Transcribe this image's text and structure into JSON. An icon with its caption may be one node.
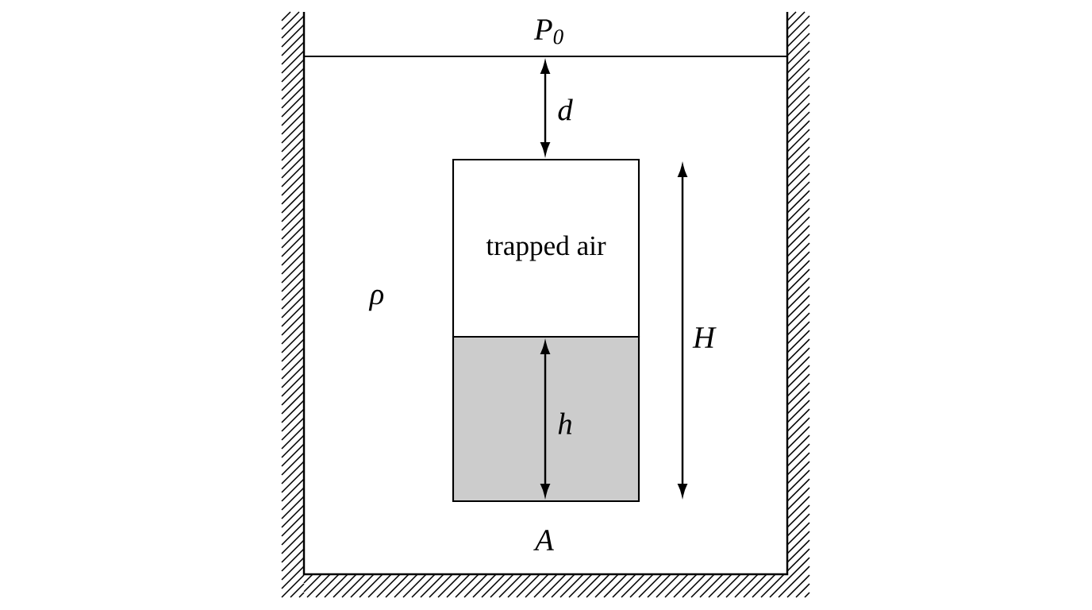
{
  "diagram": {
    "nodes": [
      {
        "text": [
          "trapped air"
        ]
      },
      {
        "text": [],
        "shape": "box"
      }
    ],
    "labels": [
      "P$_{0}$",
      "d",
      "ρ",
      "H",
      "h",
      "A"
    ]
  }
}
